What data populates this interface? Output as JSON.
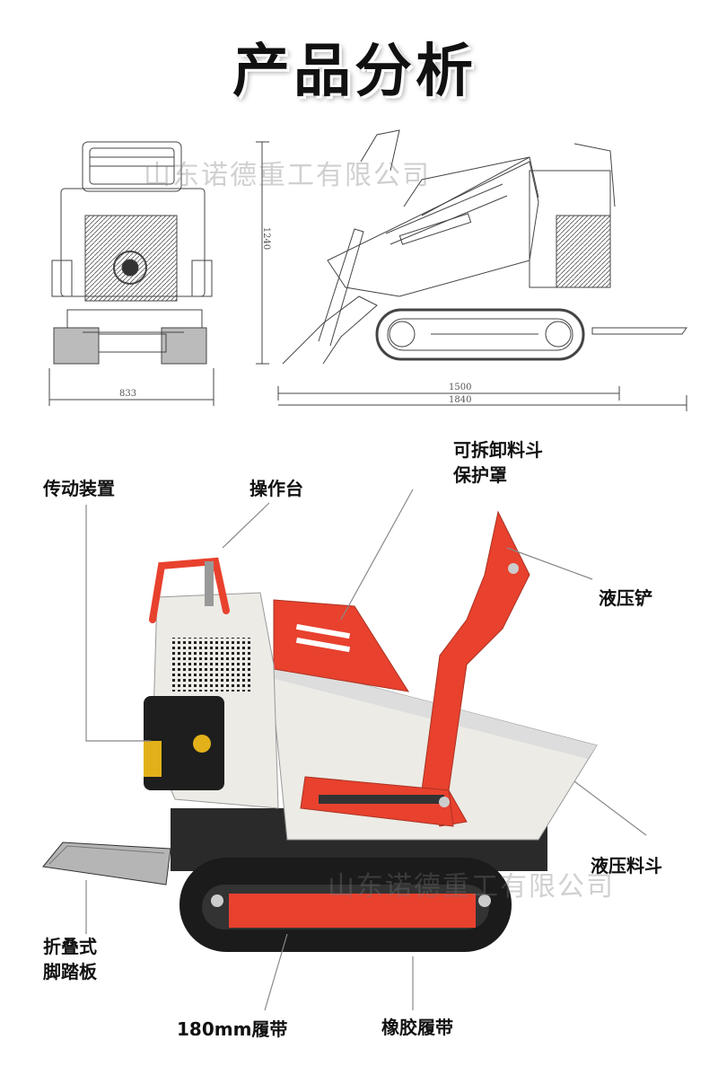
{
  "title": "产品分析",
  "watermark": "山东诺德重工有限公司",
  "drawing": {
    "height_dim": "1240",
    "front_width_dim": "833",
    "wheelbase_dim": "1500",
    "length_dim": "1840"
  },
  "callouts": {
    "transmission": "传动装置",
    "console": "操作台",
    "hopper_guard_line1": "可拆卸料斗",
    "hopper_guard_line2": "保护罩",
    "hydraulic_shovel": "液压铲",
    "hydraulic_hopper": "液压料斗",
    "folding_pedal_line1": "折叠式",
    "folding_pedal_line2": "脚踏板",
    "track_180": "180mm履带",
    "rubber_track": "橡胶履带"
  },
  "colors": {
    "accent_red": "#e8412e",
    "body_white": "#ecebe6",
    "track_black": "#1b1b1b"
  }
}
